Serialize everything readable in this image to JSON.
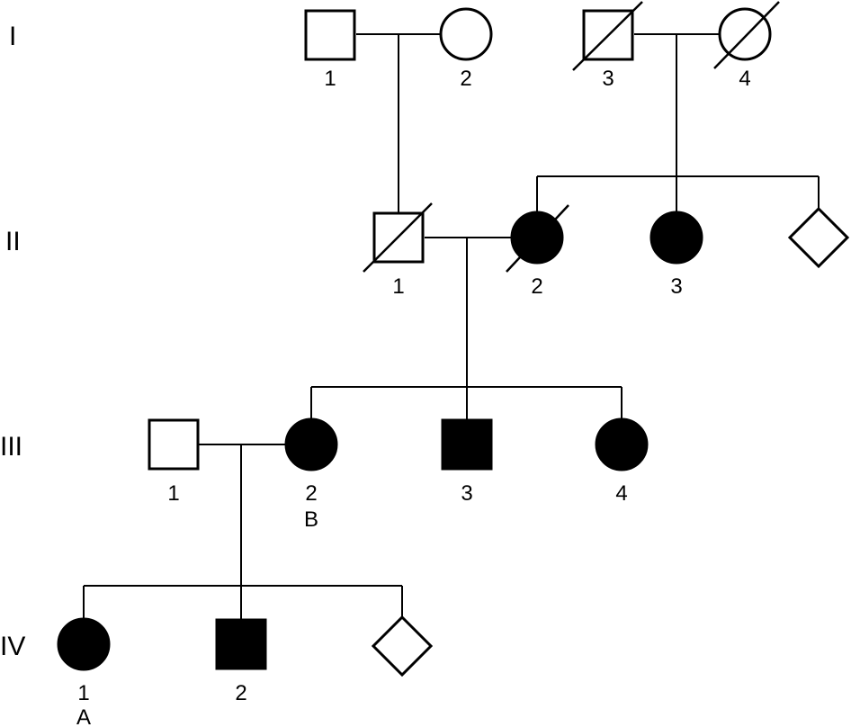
{
  "generations": [
    {
      "id": "I",
      "label": "I"
    },
    {
      "id": "II",
      "label": "II"
    },
    {
      "id": "III",
      "label": "III"
    },
    {
      "id": "IV",
      "label": "IV"
    }
  ],
  "individuals": {
    "I-1": {
      "sex": "male",
      "affected": false,
      "deceased": false,
      "number": "1",
      "note": ""
    },
    "I-2": {
      "sex": "female",
      "affected": false,
      "deceased": false,
      "number": "2",
      "note": ""
    },
    "I-3": {
      "sex": "male",
      "affected": false,
      "deceased": true,
      "number": "3",
      "note": ""
    },
    "I-4": {
      "sex": "female",
      "affected": false,
      "deceased": true,
      "number": "4",
      "note": ""
    },
    "II-1": {
      "sex": "male",
      "affected": false,
      "deceased": true,
      "number": "1",
      "note": ""
    },
    "II-2": {
      "sex": "female",
      "affected": true,
      "deceased": true,
      "number": "2",
      "note": ""
    },
    "II-3": {
      "sex": "female",
      "affected": true,
      "deceased": false,
      "number": "3",
      "note": ""
    },
    "II-4": {
      "sex": "unknown",
      "affected": false,
      "deceased": false,
      "number": "",
      "note": ""
    },
    "III-1": {
      "sex": "male",
      "affected": false,
      "deceased": false,
      "number": "1",
      "note": ""
    },
    "III-2": {
      "sex": "female",
      "affected": true,
      "deceased": false,
      "number": "2",
      "note": "B"
    },
    "III-3": {
      "sex": "male",
      "affected": true,
      "deceased": false,
      "number": "3",
      "note": ""
    },
    "III-4": {
      "sex": "female",
      "affected": true,
      "deceased": false,
      "number": "4",
      "note": ""
    },
    "IV-1": {
      "sex": "female",
      "affected": true,
      "deceased": false,
      "number": "1",
      "note": "A"
    },
    "IV-2": {
      "sex": "male",
      "affected": true,
      "deceased": false,
      "number": "2",
      "note": ""
    },
    "IV-3": {
      "sex": "unknown",
      "affected": false,
      "deceased": false,
      "number": "",
      "note": ""
    }
  },
  "colors": {
    "line": "#000000",
    "affected_fill": "#000000",
    "unaffected_fill": "#ffffff"
  }
}
